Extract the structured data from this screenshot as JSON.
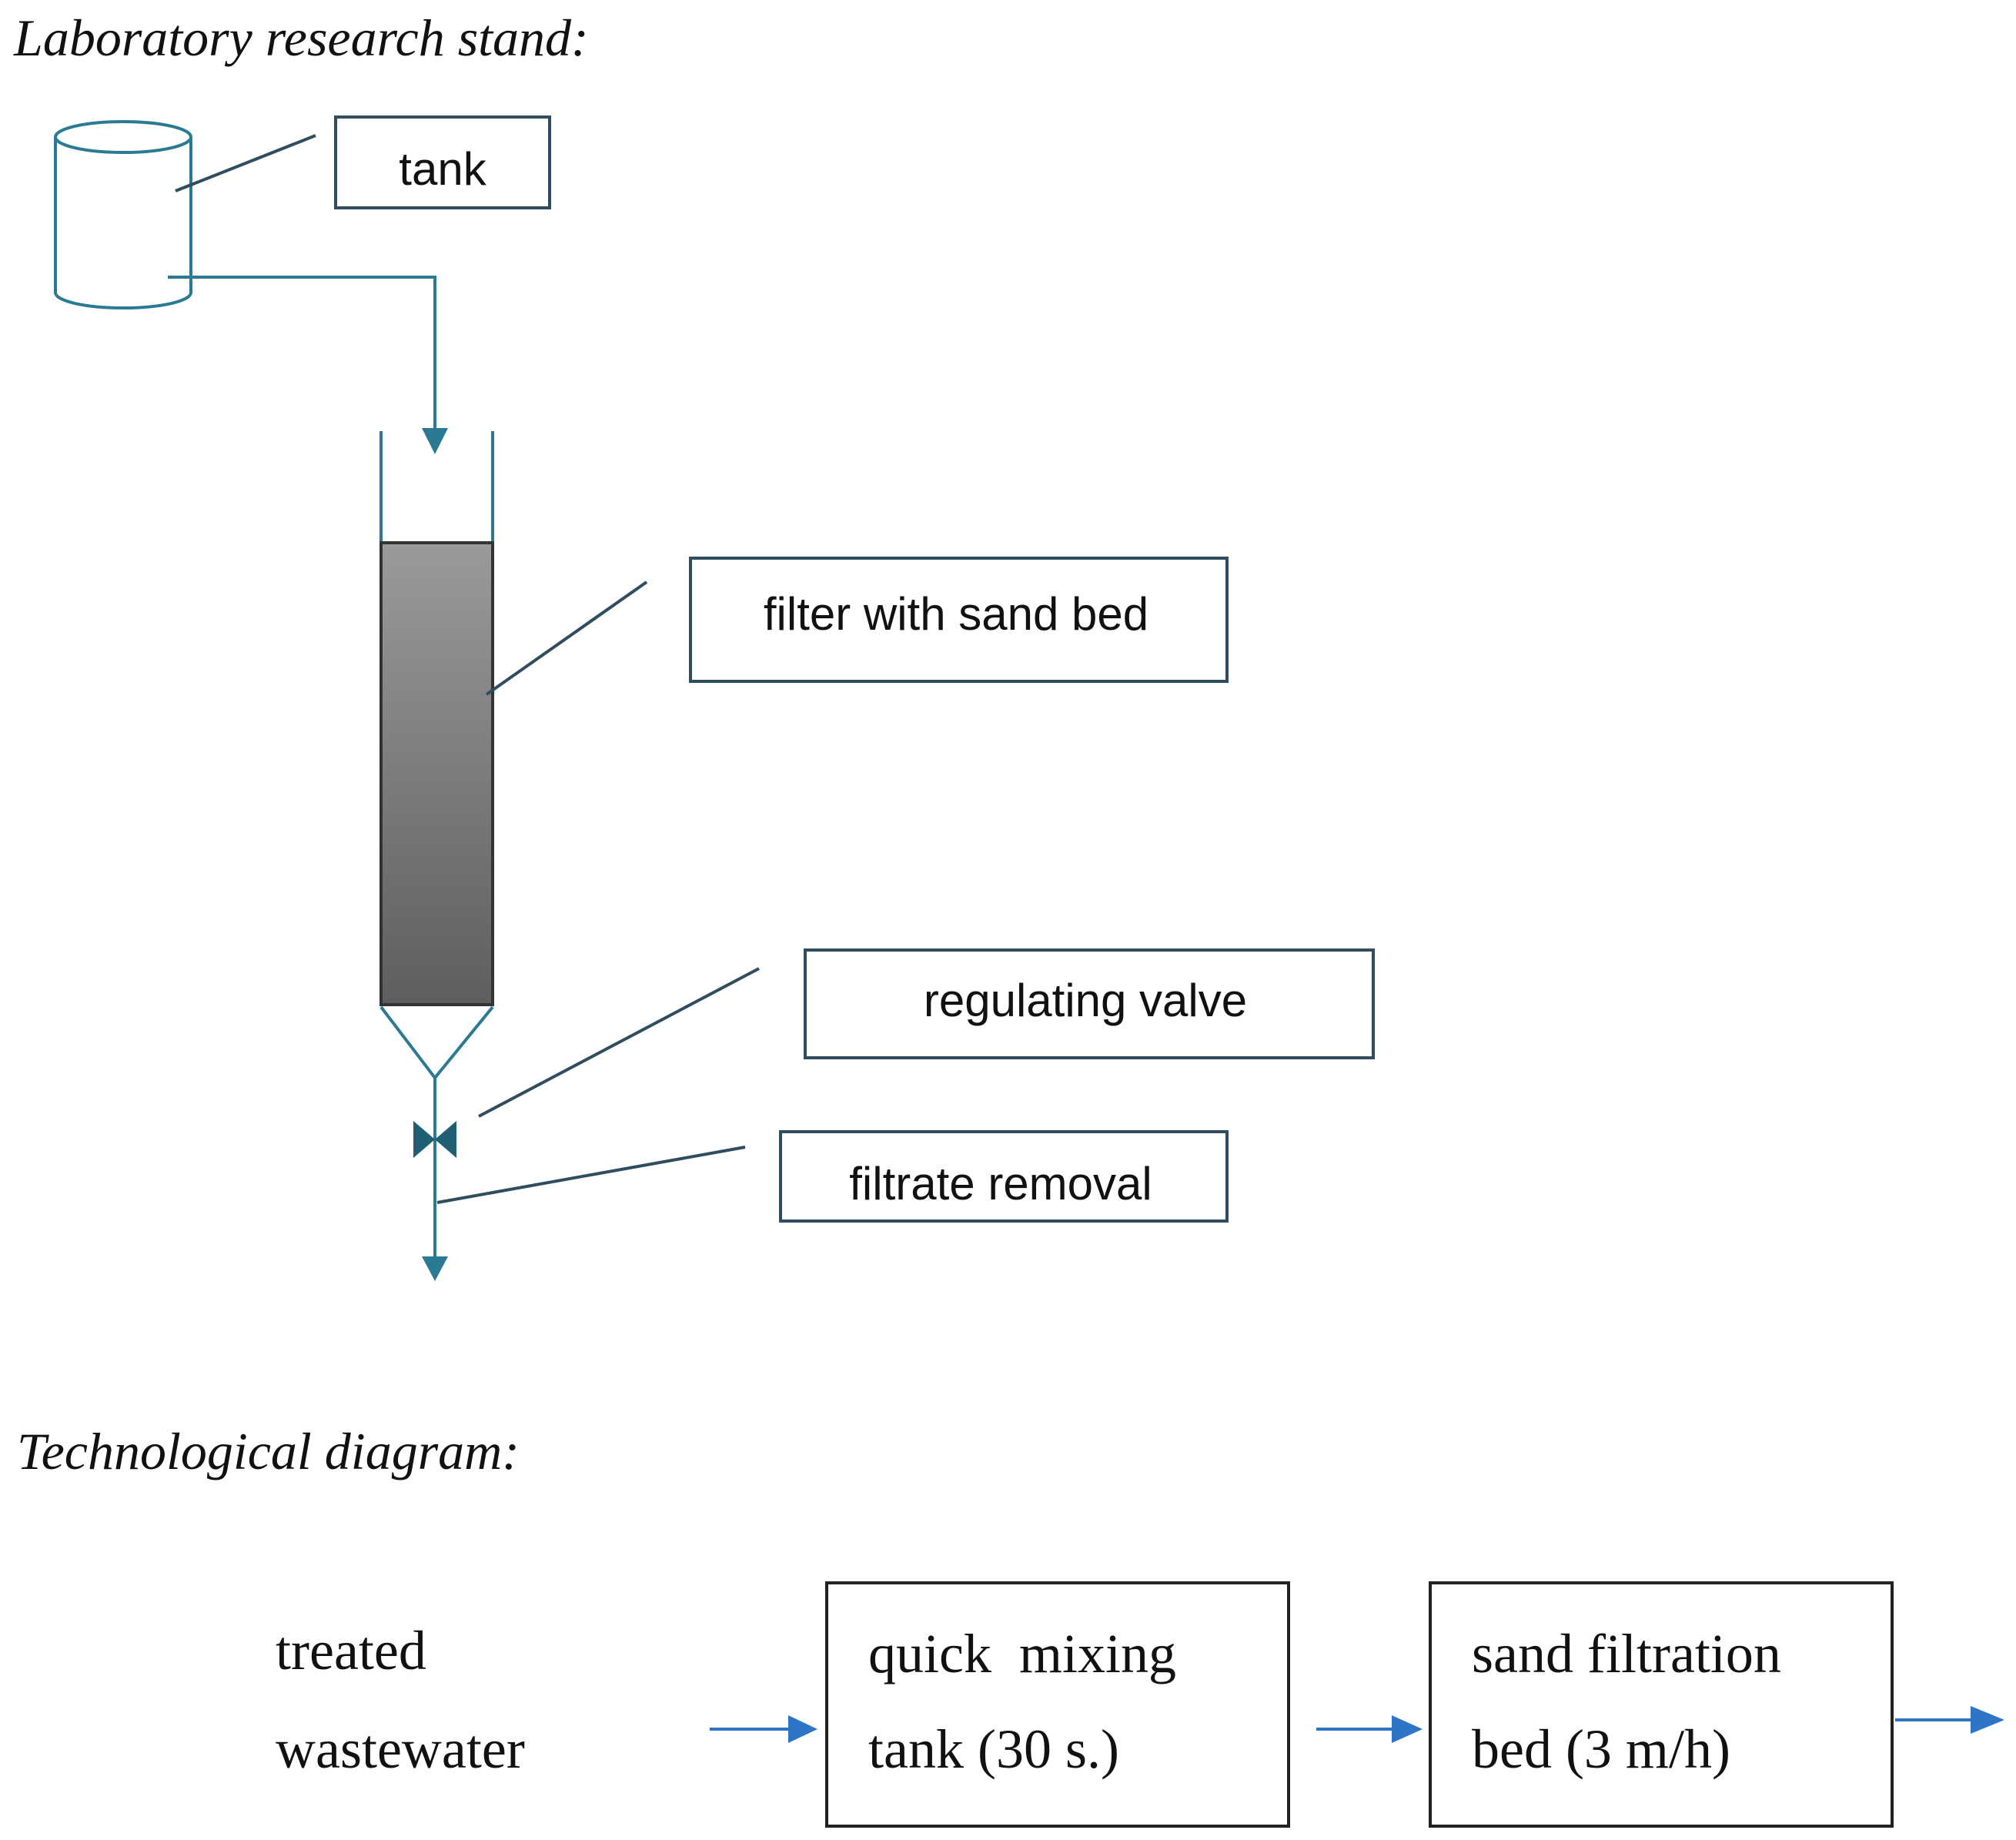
{
  "section1": {
    "heading": "Laboratory research stand:",
    "labels": {
      "tank": "tank",
      "filter": "filter with sand bed",
      "valve": "regulating valve",
      "filtrate": "filtrate removal"
    }
  },
  "section2": {
    "heading": "Technological diagram:",
    "input_line1": "treated",
    "input_line2": "wastewater",
    "box1_line1": "quick  mixing",
    "box1_line2": "tank (30 s.)",
    "box2_line1": "sand filtration",
    "box2_line2": "bed (3 m/h)"
  },
  "colors": {
    "pipe": "#2a7a94",
    "label_border": "#2f4d5e",
    "leader": "#2f4d5e",
    "flow_arrow": "#2e75c8",
    "box_border": "#222222",
    "sand_top": "#9a9a9a",
    "sand_bottom": "#5e5e5e",
    "valve": "#1f5f73"
  }
}
